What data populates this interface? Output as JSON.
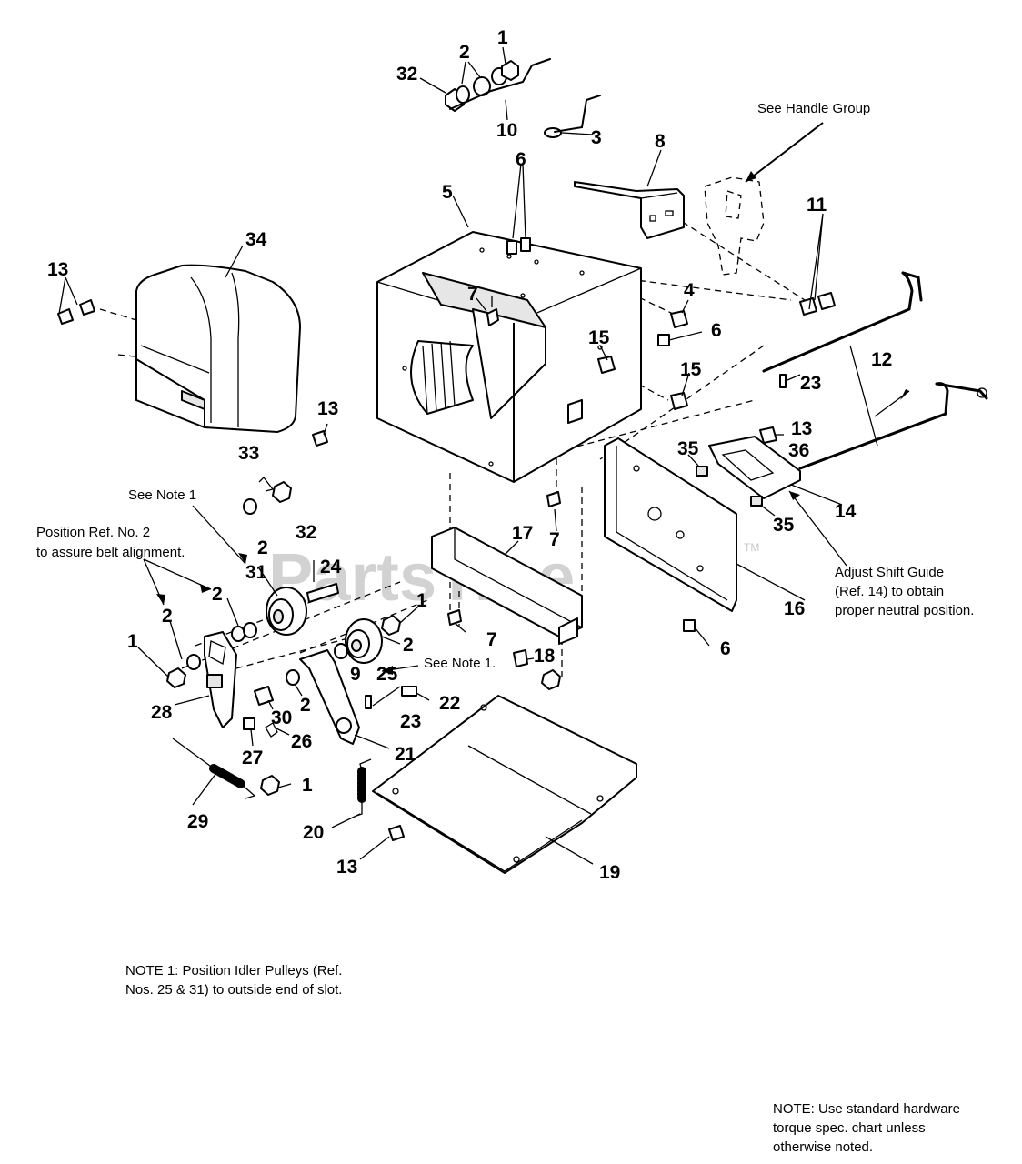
{
  "watermark": {
    "text": "PartsTree",
    "trademark": "TM"
  },
  "notes": {
    "handle_group": "See Handle Group",
    "see_note_1a": "See Note 1",
    "see_note_1b": "See Note 1.",
    "belt_alignment_1": "Position Ref. No. 2",
    "belt_alignment_2": "to assure belt alignment.",
    "shift_guide_1": "Adjust Shift Guide",
    "shift_guide_2": "(Ref. 14) to obtain",
    "shift_guide_3": "proper neutral position.",
    "note1_line1": "NOTE 1: Position Idler Pulleys (Ref.",
    "note1_line2": "Nos. 25 & 31) to outside end of slot.",
    "note_torque_1": "NOTE: Use standard hardware",
    "note_torque_2": "torque spec. chart unless",
    "note_torque_3": "otherwise noted."
  },
  "callouts": [
    "1",
    "2",
    "32",
    "10",
    "3",
    "8",
    "6",
    "5",
    "34",
    "13",
    "7",
    "4",
    "11",
    "15",
    "12",
    "23",
    "13",
    "33",
    "32",
    "2",
    "36",
    "35",
    "14",
    "35",
    "31",
    "24",
    "17",
    "7",
    "16",
    "2",
    "2",
    "1",
    "2",
    "1",
    "2",
    "25",
    "9",
    "7",
    "18",
    "6",
    "28",
    "30",
    "2",
    "22",
    "23",
    "27",
    "26",
    "21",
    "29",
    "1",
    "20",
    "19",
    "13",
    "15",
    "6",
    "13"
  ]
}
